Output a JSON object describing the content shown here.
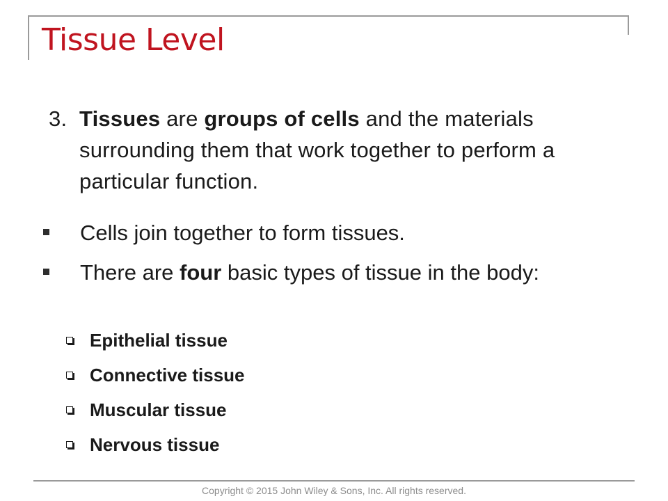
{
  "slide": {
    "title": "Tissue Level",
    "point": {
      "number": "3.",
      "parts": [
        {
          "t": "Tissues",
          "b": true
        },
        {
          "t": " are ",
          "b": false
        },
        {
          "t": "groups of cells",
          "b": true
        },
        {
          "t": " and the materials surrounding them that work together to perform a particular function.",
          "b": false
        }
      ]
    },
    "bullets": [
      {
        "parts": [
          {
            "t": "Cells join together to form tissues.",
            "b": false
          }
        ]
      },
      {
        "parts": [
          {
            "t": "There are ",
            "b": false
          },
          {
            "t": "four",
            "b": true
          },
          {
            "t": " basic types of tissue in the body:",
            "b": false
          }
        ]
      }
    ],
    "tissue_types": [
      "Epithelial tissue",
      "Connective tissue",
      "Muscular tissue",
      "Nervous tissue"
    ],
    "copyright": "Copyright © 2015 John Wiley & Sons, Inc. All rights reserved."
  }
}
